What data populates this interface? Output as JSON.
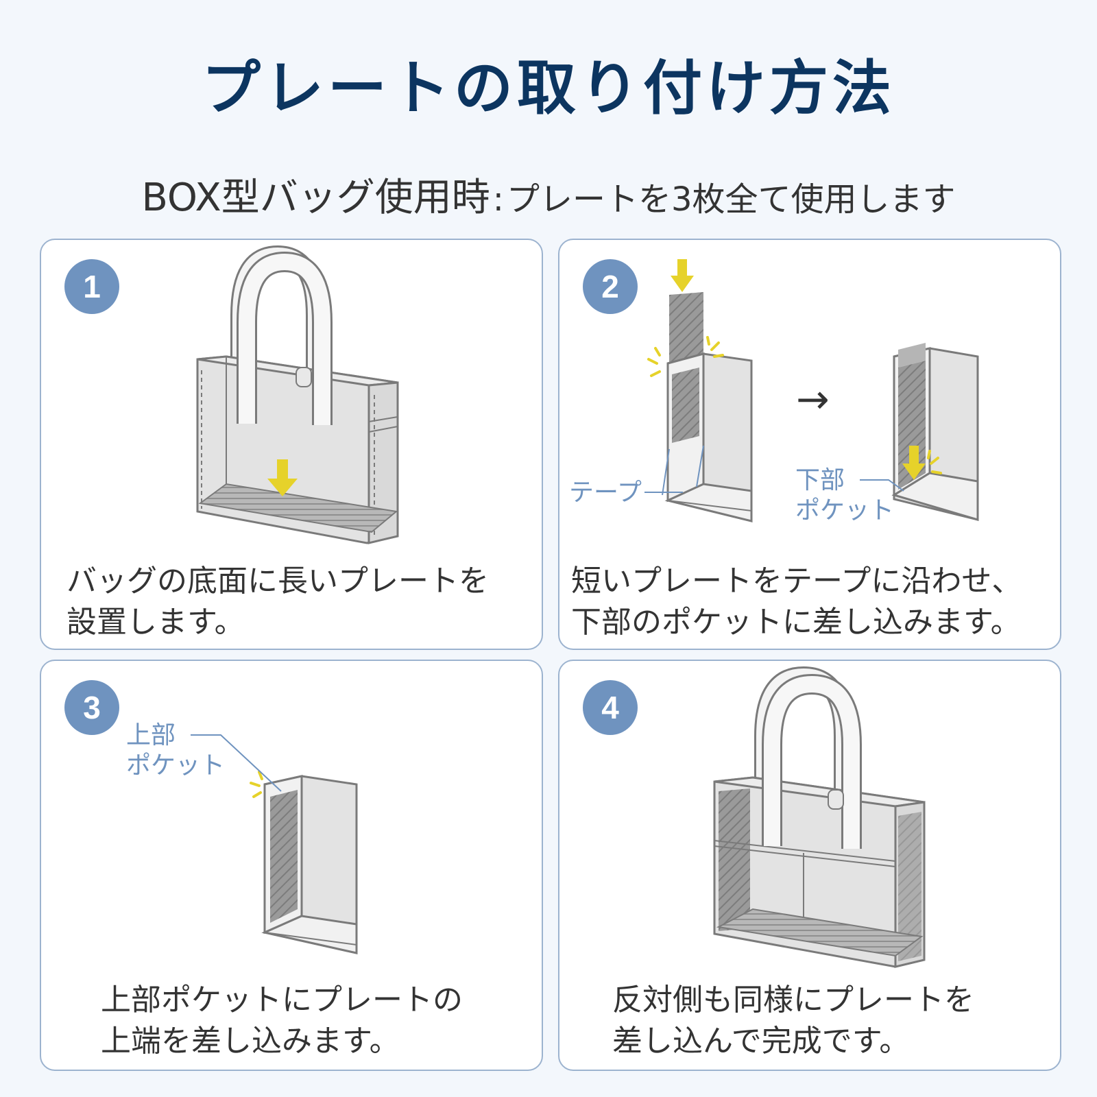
{
  "title": "プレートの取り付け方法",
  "subtitle": {
    "lead": "BOX型バッグ使用時",
    "separator": ":",
    "rest": "プレートを3枚全て使用します"
  },
  "colors": {
    "title": "#0c3560",
    "accent_blue": "#6f93bf",
    "card_border": "#9cb3cf",
    "arrow_yellow": "#e6d22a",
    "bag_gray": "#e3e3e3",
    "bag_line": "#7a7a7a",
    "background": "#f3f7fc"
  },
  "steps": [
    {
      "number": "1",
      "line1": "バッグの底面に長いプレートを",
      "line2": "設置します。",
      "labels": []
    },
    {
      "number": "2",
      "line1": "短いプレートをテープに沿わせ、",
      "line2": "下部のポケットに差し込みます。",
      "labels": [
        "テープ",
        "下部",
        "ポケット"
      ],
      "arrow": "→"
    },
    {
      "number": "3",
      "line1": "上部ポケットにプレートの",
      "line2": "上端を差し込みます。",
      "labels": [
        "上部",
        "ポケット"
      ]
    },
    {
      "number": "4",
      "line1": "反対側も同様にプレートを",
      "line2": "差し込んで完成です。",
      "labels": []
    }
  ]
}
